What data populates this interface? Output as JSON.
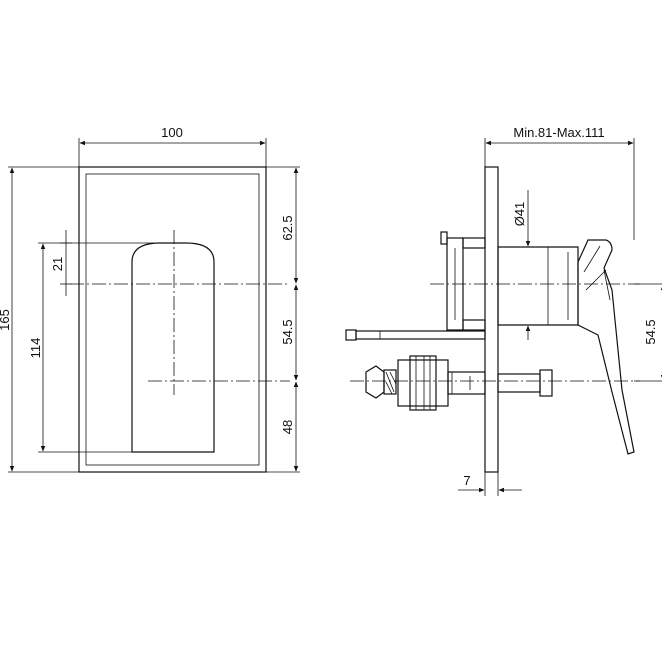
{
  "front_view": {
    "width_label": "100",
    "height_label": "165",
    "lever_height_label": "114",
    "offset_top_label": "21",
    "dim_top_label": "62.5",
    "dim_mid_label": "54.5",
    "dim_bottom_label": "48"
  },
  "side_view": {
    "depth_label": "Min.81-Max.111",
    "diameter_label": "Ø41",
    "dim_right_label": "54.5",
    "plate_thickness_label": "7"
  },
  "colors": {
    "line": "#111111",
    "background": "#ffffff"
  }
}
